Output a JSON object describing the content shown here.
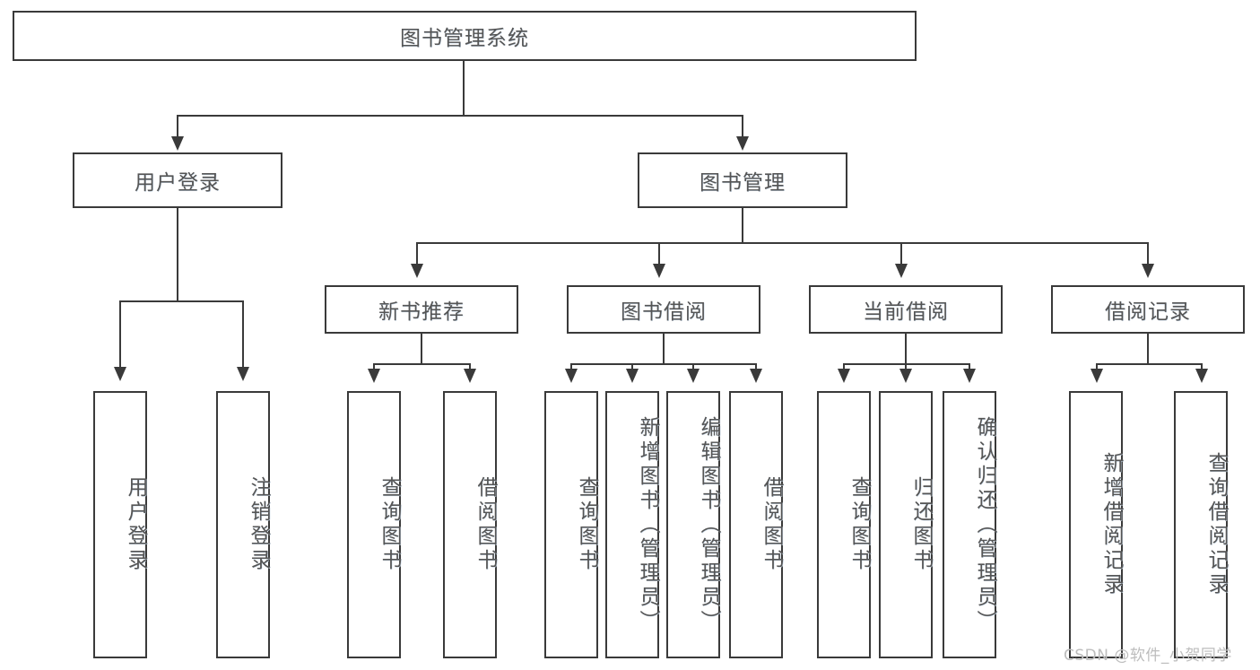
{
  "diagram": {
    "title": "图书管理系统",
    "root": {
      "label": "图书管理系统"
    },
    "level2": [
      {
        "label": "用户登录"
      },
      {
        "label": "图书管理"
      }
    ],
    "level3": [
      {
        "label": "新书推荐"
      },
      {
        "label": "图书借阅"
      },
      {
        "label": "当前借阅"
      },
      {
        "label": "借阅记录"
      }
    ],
    "leaves": {
      "user_login": [
        {
          "label": "用户登录"
        },
        {
          "label": "注销登录"
        }
      ],
      "new_book_recommend": [
        {
          "label": "查询图书"
        },
        {
          "label": "借阅图书"
        }
      ],
      "book_borrow": [
        {
          "label": "查询图书"
        },
        {
          "label": "新增图书（管理员）"
        },
        {
          "label": "编辑图书（管理员）"
        },
        {
          "label": "借阅图书"
        }
      ],
      "current_borrow": [
        {
          "label": "查询图书"
        },
        {
          "label": "归还图书"
        },
        {
          "label": "确认归还（管理员）"
        }
      ],
      "borrow_record": [
        {
          "label": "新增借阅记录"
        },
        {
          "label": "查询借阅记录"
        }
      ]
    },
    "watermark": "CSDN @软件_小贺同学",
    "colors": {
      "line": "#3a3a3a",
      "box_fill": "#ffffff",
      "text": "#555555",
      "watermark": "#bdbdbd"
    }
  }
}
